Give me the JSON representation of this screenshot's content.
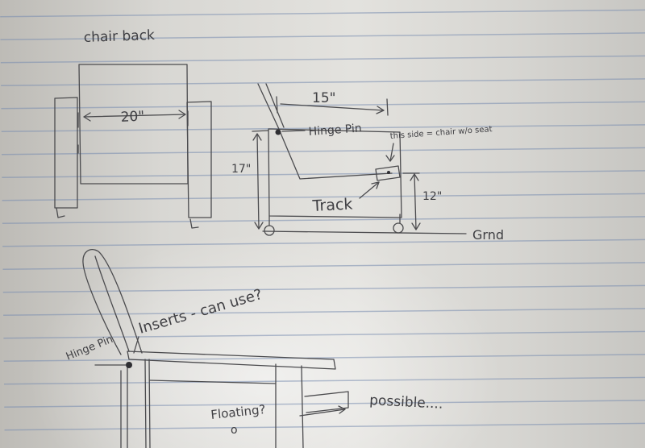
{
  "labels": {
    "chair_back": "chair back",
    "width_20": "20\"",
    "width_15": "15\"",
    "hinge_pin_top": "Hinge Pin",
    "this_side": "this side = chair w/o seat",
    "track": "Track",
    "height_17": "17\"",
    "height_12": "12\"",
    "ground": "Grnd",
    "inserts": "Inserts - can use?",
    "hinge_pin_bottom": "Hinge Pin",
    "floating": "Floating?",
    "floating_mark": "o",
    "possible": "possible...."
  },
  "colors": {
    "pencil": "#4b4b4e",
    "paper": "#e3e2de",
    "rule": "#7c8caf"
  }
}
